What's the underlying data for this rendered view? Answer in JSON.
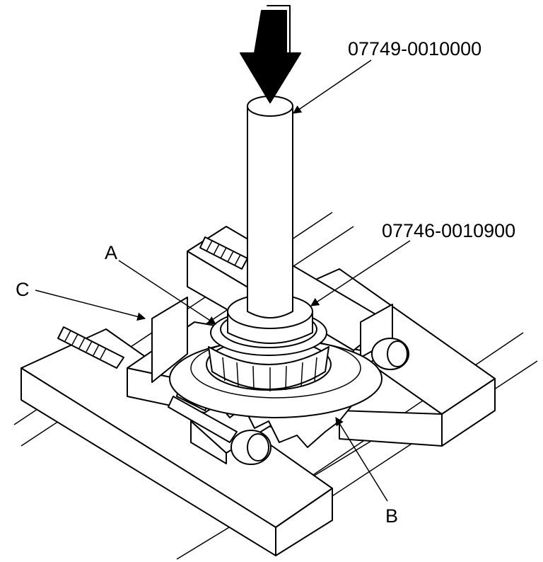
{
  "labels": {
    "part_number_shaft": "07749-0010000",
    "part_number_driver": "07746-0010900",
    "callout_a": "A",
    "callout_b": "B",
    "callout_c": "C"
  }
}
